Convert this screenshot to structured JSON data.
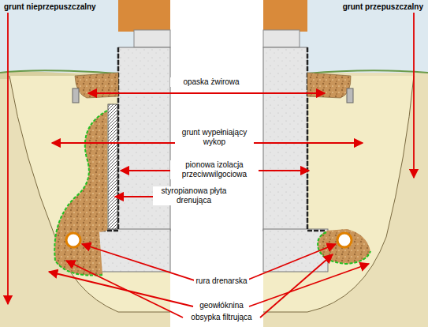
{
  "diagram": {
    "labels": [
      "grunt nieprzepuszczalny",
      "grunt przepuszczalny",
      "opaska żwirowa",
      "grunt wypełniający wykop",
      "pionowa izolacja przeciwwilgociowa",
      "styropianowa płyta drenująca",
      "rura drenarska",
      "geowłóknina",
      "obsypka filtrująca"
    ]
  }
}
